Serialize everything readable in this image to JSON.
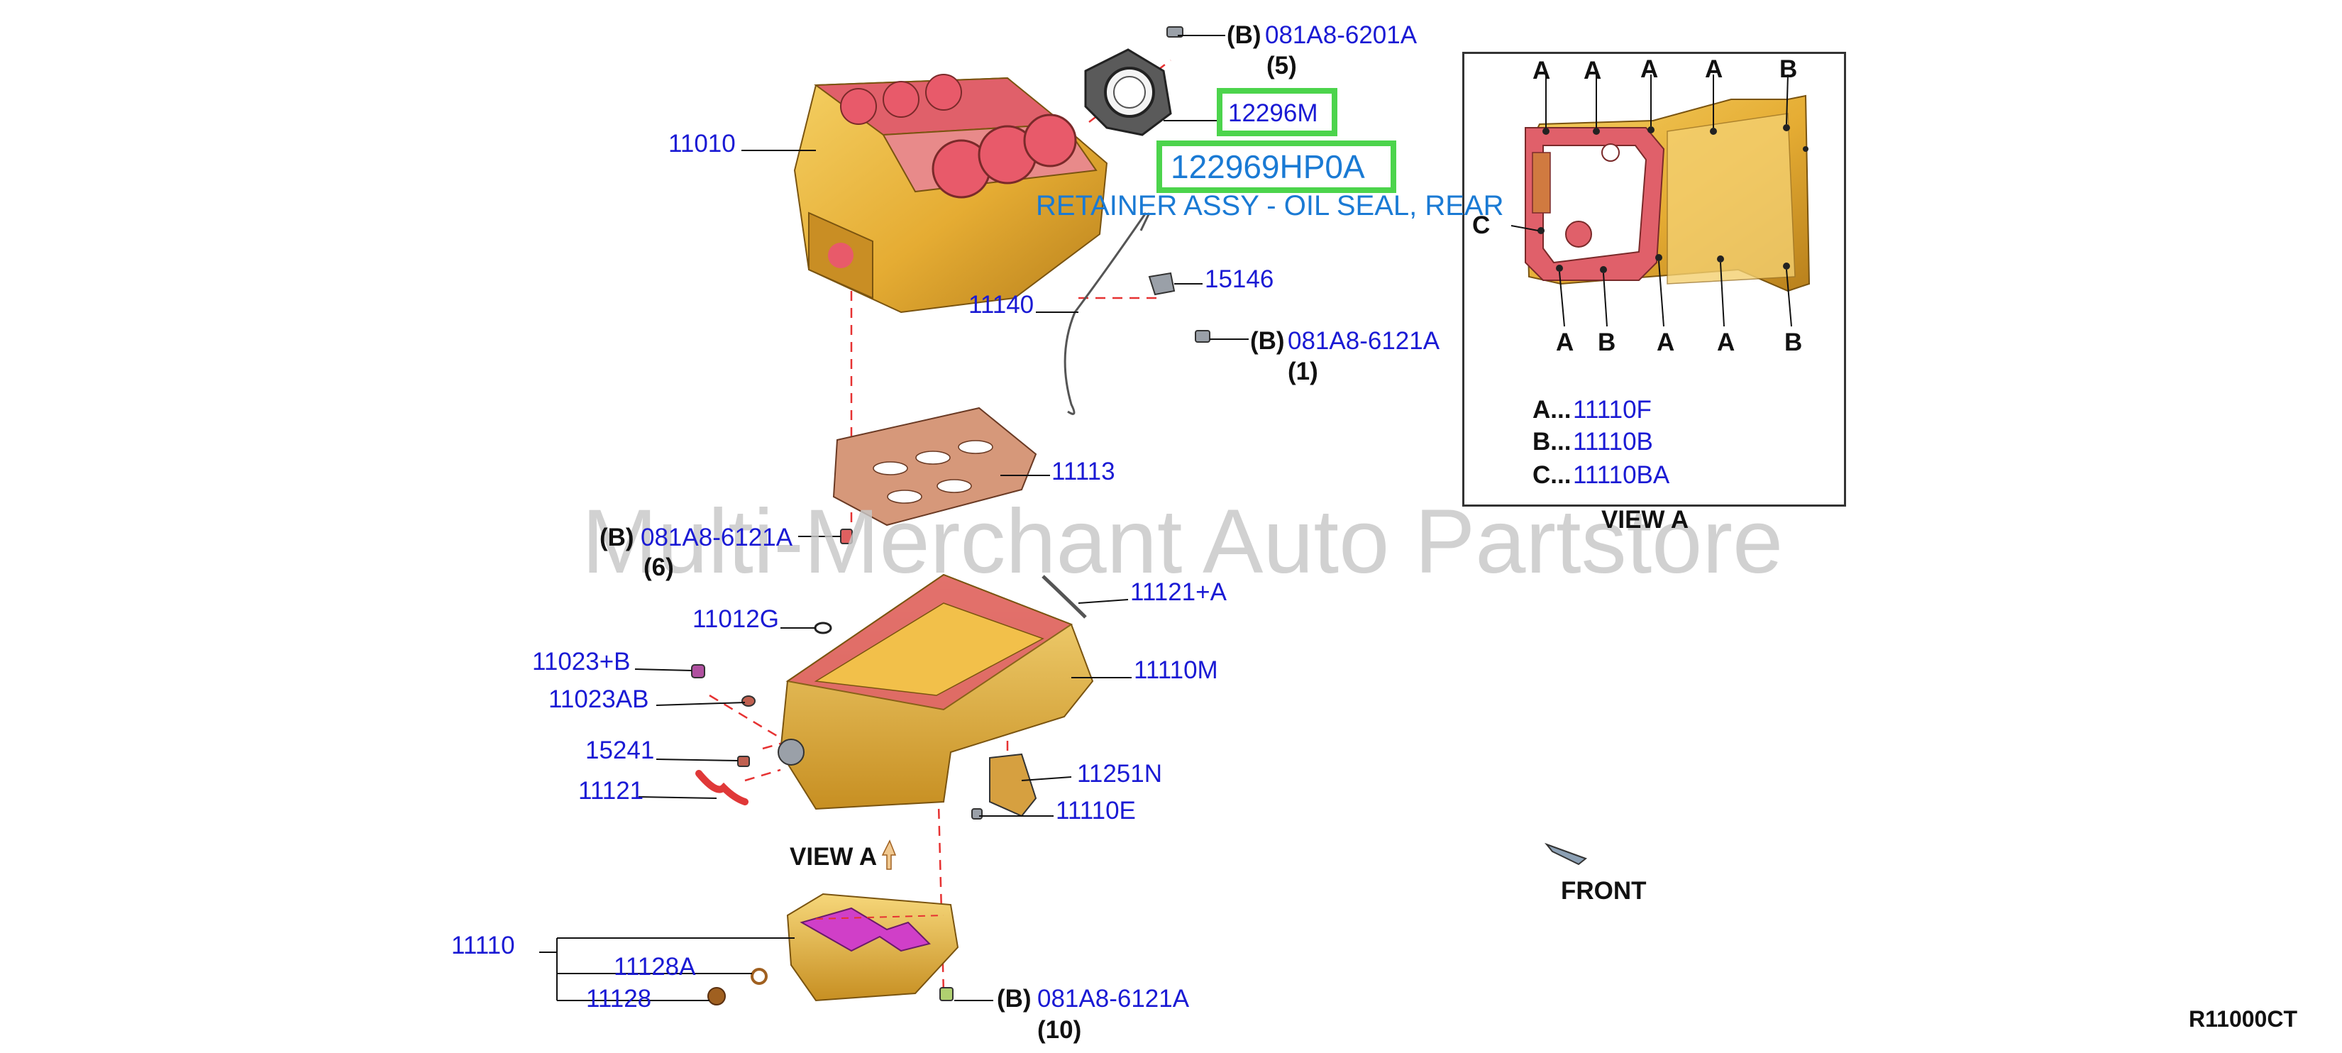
{
  "diagram_code": "R11000CT",
  "watermark": "Multi-Merchant Auto Partstore",
  "highlight": {
    "part_number": "12296M",
    "catalog_number": "122969HP0A",
    "description": "RETAINER ASSY - OIL SEAL, REAR",
    "border_color": "#4cd44c"
  },
  "callouts": {
    "p11010": "11010",
    "bolt5_prefix": "(B)",
    "bolt5_number": "081A8-6201A",
    "bolt5_qty": "(5)",
    "p15146": "15146",
    "p11140": "11140",
    "bolt1_prefix": "(B)",
    "bolt1_number": "081A8-6121A",
    "bolt1_qty": "(1)",
    "p11113": "11113",
    "bolt6_prefix": "(B)",
    "bolt6_number": "081A8-6121A",
    "bolt6_qty": "(6)",
    "p11121a": "11121+A",
    "p11012g": "11012G",
    "p11023b": "11023+B",
    "p11110m": "11110M",
    "p11023ab": "11023AB",
    "p15241": "15241",
    "p11251n": "11251N",
    "p11121": "11121",
    "p11110e": "11110E",
    "view_a_ref": "VIEW A",
    "p11110": "11110",
    "p11128a": "11128A",
    "p11128": "11128",
    "bolt10_prefix": "(B)",
    "bolt10_number": "081A8-6121A",
    "bolt10_qty": "(10)",
    "front": "FRONT"
  },
  "view_a": {
    "title": "VIEW A",
    "top_letters": [
      "A",
      "A",
      "A",
      "A",
      "B"
    ],
    "side_letter": "C",
    "bottom_letters": [
      "A",
      "B",
      "A",
      "A",
      "B"
    ],
    "legend": [
      {
        "key": "A...",
        "part": "11110F"
      },
      {
        "key": "B...",
        "part": "11110B"
      },
      {
        "key": "C...",
        "part": "11110BA"
      }
    ]
  },
  "colors": {
    "part_label": "#1a1ad4",
    "block_body": "#e8b43a",
    "gasket_red": "#e0606a",
    "guide_line": "#e63232"
  }
}
